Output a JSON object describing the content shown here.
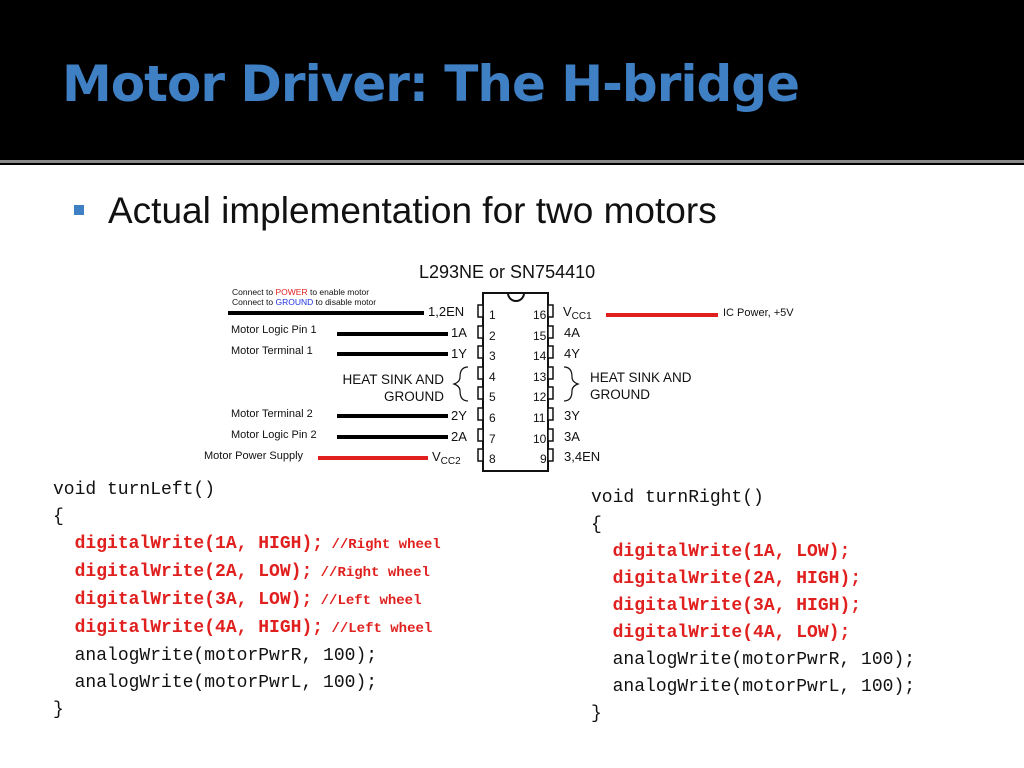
{
  "title": "Motor Driver: The H-bridge",
  "bullet": "Actual implementation for two motors",
  "chip": {
    "name": "L293NE or SN754410",
    "note_line1_pre": "Connect to ",
    "note_line1_word": "POWER",
    "note_line1_post": " to enable motor",
    "note_line2_pre": "Connect to ",
    "note_line2_word": "GROUND",
    "note_line2_post": " to disable motor",
    "left_labels": [
      "Motor Logic Pin 1",
      "Motor Terminal 1",
      "Motor Terminal 2",
      "Motor Logic Pin 2",
      "Motor Power Supply"
    ],
    "right_label": "IC Power, +5V",
    "heat_sink_line1": "HEAT SINK AND",
    "heat_sink_line2": "GROUND",
    "left_pins": [
      "1,2EN",
      "1A",
      "1Y",
      "2Y",
      "2A",
      "V"
    ],
    "left_pin8_sub": "CC2",
    "right_pins": [
      "V",
      "4A",
      "4Y",
      "3Y",
      "3A",
      "3,4EN"
    ],
    "right_pin16_sub": "CC1",
    "left_nums": [
      "1",
      "2",
      "3",
      "4",
      "5",
      "6",
      "7",
      "8"
    ],
    "right_nums": [
      "16",
      "15",
      "14",
      "13",
      "12",
      "11",
      "10",
      "9"
    ]
  },
  "code_left": {
    "sig": "void turnLeft()",
    "open": "{",
    "lines": [
      {
        "code": "digitalWrite(1A, HIGH);",
        "comment": " //Right wheel"
      },
      {
        "code": "digitalWrite(2A, LOW);",
        "comment": " //Right wheel"
      },
      {
        "code": "digitalWrite(3A, LOW);",
        "comment": " //Left wheel"
      },
      {
        "code": "digitalWrite(4A, HIGH);",
        "comment": " //Left wheel"
      }
    ],
    "analog1": "analogWrite(motorPwrR, 100);",
    "analog2": "analogWrite(motorPwrL, 100);",
    "close": "}"
  },
  "code_right": {
    "sig": "void turnRight()",
    "open": "{",
    "lines": [
      "digitalWrite(1A, LOW);",
      "digitalWrite(2A, HIGH);",
      "digitalWrite(3A, HIGH);",
      "digitalWrite(4A, LOW);"
    ],
    "analog1": "analogWrite(motorPwrR, 100);",
    "analog2": "analogWrite(motorPwrL, 100);",
    "close": "}"
  }
}
